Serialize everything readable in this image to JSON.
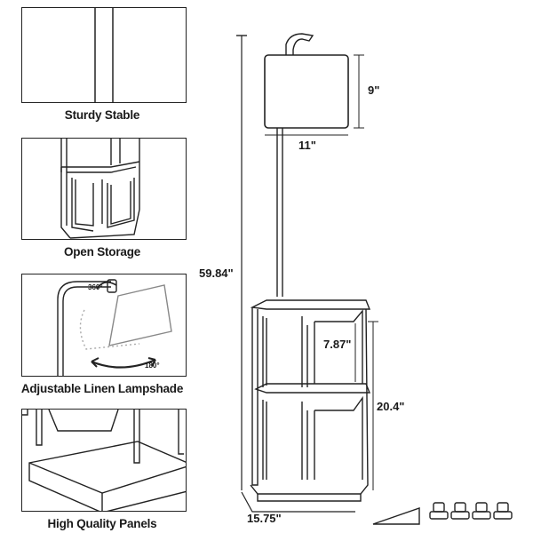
{
  "features": [
    {
      "caption": "Sturdy Stable"
    },
    {
      "caption": "Open Storage"
    },
    {
      "caption": "Adjustable Linen Lampshade",
      "rotate_top": "360°",
      "rotate_bottom": "180°"
    },
    {
      "caption": "High Quality Panels"
    }
  ],
  "dimensions": {
    "shade_height": "9\"",
    "shade_width": "11\"",
    "total_height": "59.84\"",
    "shelf_gap": "7.87\"",
    "shelf_height": "20.4\"",
    "base_width": "15.75\""
  }
}
